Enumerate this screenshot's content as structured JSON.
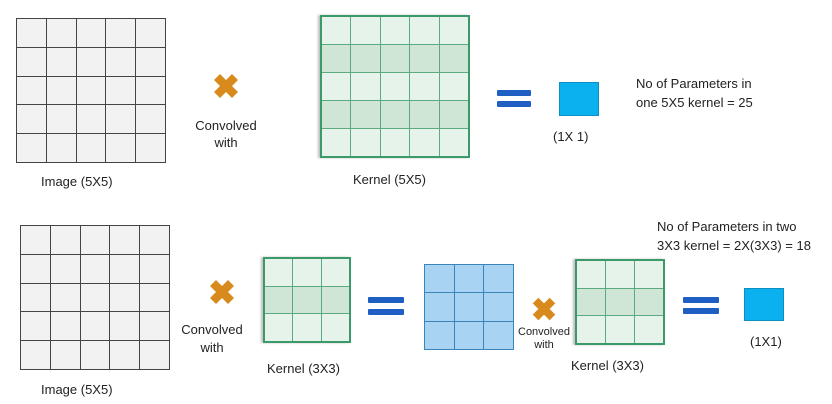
{
  "top": {
    "image_label": "Image (5X5)",
    "op_line1": "Convolved",
    "op_line2": "with",
    "kernel_label": "Kernel (5X5)",
    "output_label": "(1X 1)",
    "params_line1": "No of Parameters in",
    "params_line2": "one 5X5 kernel  = 25"
  },
  "bottom": {
    "image_label": "Image (5X5)",
    "op1_line1": "Convolved",
    "op1_line2": "with",
    "kernel1_label": "Kernel (3X3)",
    "op2_line1": "Convolved",
    "op2_line2": "with",
    "kernel2_label": "Kernel (3X3)",
    "output_label": "(1X1)",
    "params_line1": "No of Parameters in two",
    "params_line2": "3X3 kernel  = 2X(3X3) = 18"
  },
  "colors": {
    "image_cell": "#f2f2f2",
    "kernel_cell": "#e6f3ea",
    "kernel_shaded": "#cfe6d6",
    "intermediate_cell": "#a8d3f2",
    "output": "#0bb0ee",
    "operator": "#d98a1c",
    "equals": "#1f5fc4"
  },
  "icons": [
    "multiply-icon",
    "equals-icon"
  ]
}
